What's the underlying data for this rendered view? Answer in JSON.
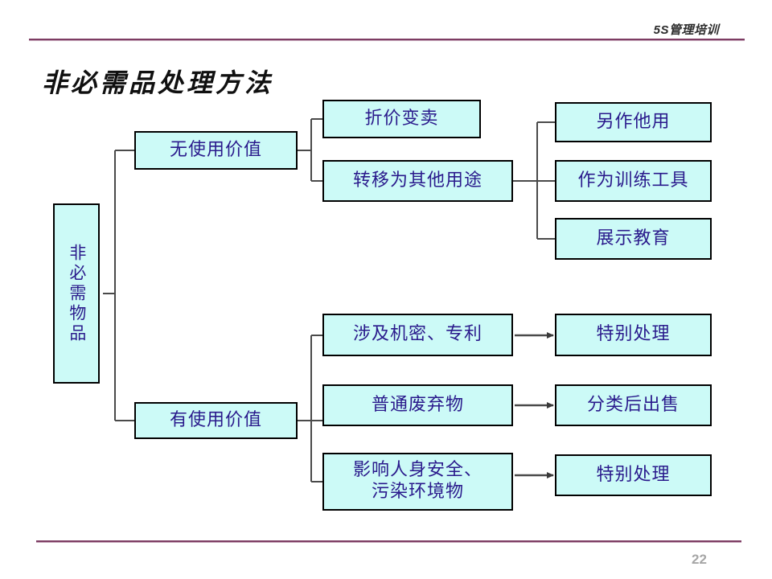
{
  "header": {
    "course_title": "5S管理培训"
  },
  "slide": {
    "title": "非必需品处理方法",
    "page_number": "22"
  },
  "colors": {
    "rule": "#7d3c63",
    "node_fill": "#ccfaf7",
    "node_border": "#000000",
    "node_text": "#2a1a8c",
    "connector": "#4a4a4a",
    "page_number": "#a6a6a6"
  },
  "diagram": {
    "type": "tree",
    "root": {
      "label": "非必需物品",
      "orientation": "vertical"
    },
    "branches": [
      {
        "label": "无使用价值",
        "children": [
          {
            "label": "折价变卖",
            "children": []
          },
          {
            "label": "转移为其他用途",
            "children": [
              {
                "label": "另作他用"
              },
              {
                "label": "作为训练工具"
              },
              {
                "label": "展示教育"
              }
            ]
          }
        ]
      },
      {
        "label": "有使用价值",
        "children": [
          {
            "label": "涉及机密、专利",
            "children": [
              {
                "label": "特别处理"
              }
            ]
          },
          {
            "label": "普通废弃物",
            "children": [
              {
                "label": "分类后出售"
              }
            ]
          },
          {
            "label": "影响人身安全、\n污染环境物",
            "children": [
              {
                "label": "特别处理"
              }
            ]
          }
        ]
      }
    ],
    "nodes": {
      "root": "非必需物品",
      "no_value": "无使用价值",
      "has_value": "有使用价值",
      "discount_sale": "折价变卖",
      "transfer_other_use": "转移为其他用途",
      "other_use": "另作他用",
      "training_tool": "作为训练工具",
      "display_education": "展示教育",
      "confidential_patent": "涉及机密、专利",
      "general_waste": "普通废弃物",
      "safety_pollution": "影响人身安全、\n污染环境物",
      "special_handling_1": "特别处理",
      "sort_and_sell": "分类后出售",
      "special_handling_2": "特别处理"
    }
  }
}
